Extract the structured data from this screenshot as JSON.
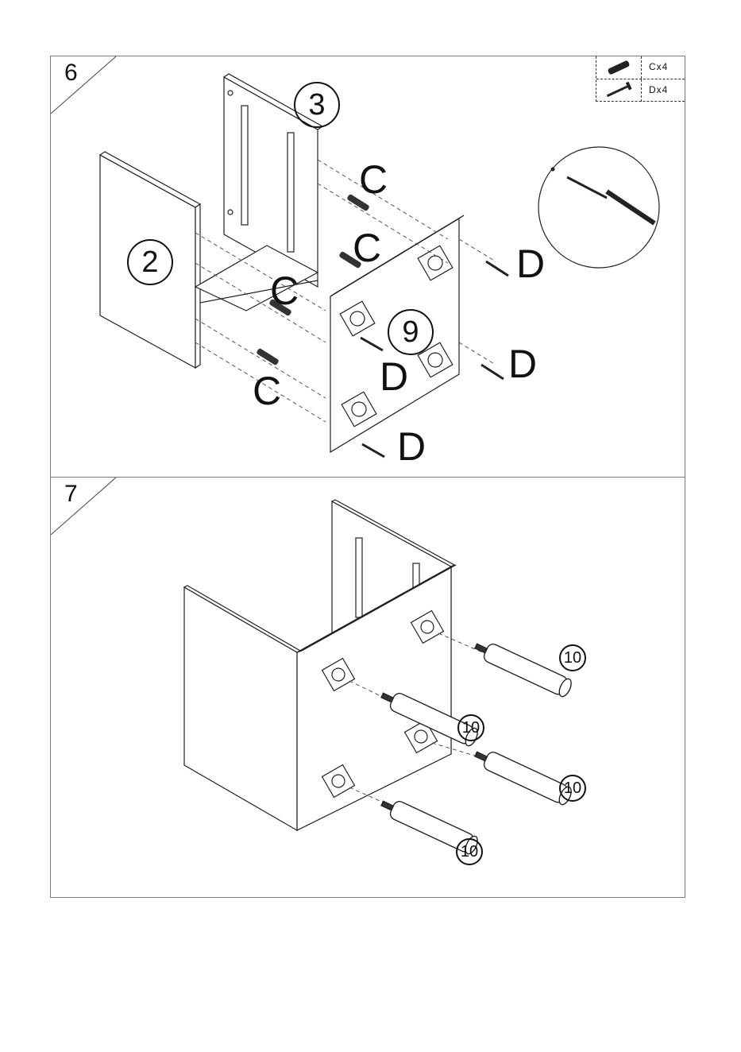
{
  "step6": {
    "number": "6",
    "legend": [
      {
        "icon": "dowel-icon",
        "text": "Cx4"
      },
      {
        "icon": "screw-icon",
        "text": "Dx4"
      }
    ],
    "panels": {
      "side": "2",
      "back": "3",
      "bottom": "9"
    },
    "dowel_label": "C",
    "screw_label": "D"
  },
  "step7": {
    "number": "7",
    "leg_label": "10"
  }
}
